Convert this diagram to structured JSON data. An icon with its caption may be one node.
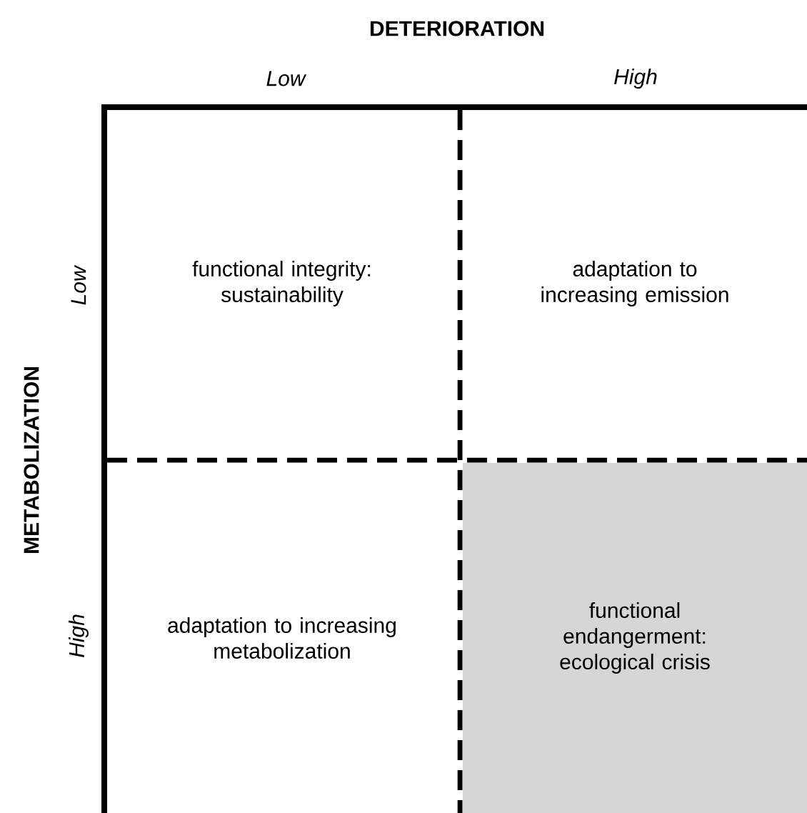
{
  "diagram": {
    "nodes": [
      {
        "text": [
          "functional integrity: sustainability"
        ]
      },
      {
        "text": [
          "adaptation to increasing emission"
        ]
      },
      {
        "text": [
          "adaptation to increasing metabolization"
        ]
      },
      {
        "text": [
          "functional endangerment: ecological crisis"
        ]
      }
    ],
    "labels": [
      "DETERIORATION",
      "Low",
      "High",
      "METABOLIZATION",
      "Low",
      "High"
    ]
  }
}
